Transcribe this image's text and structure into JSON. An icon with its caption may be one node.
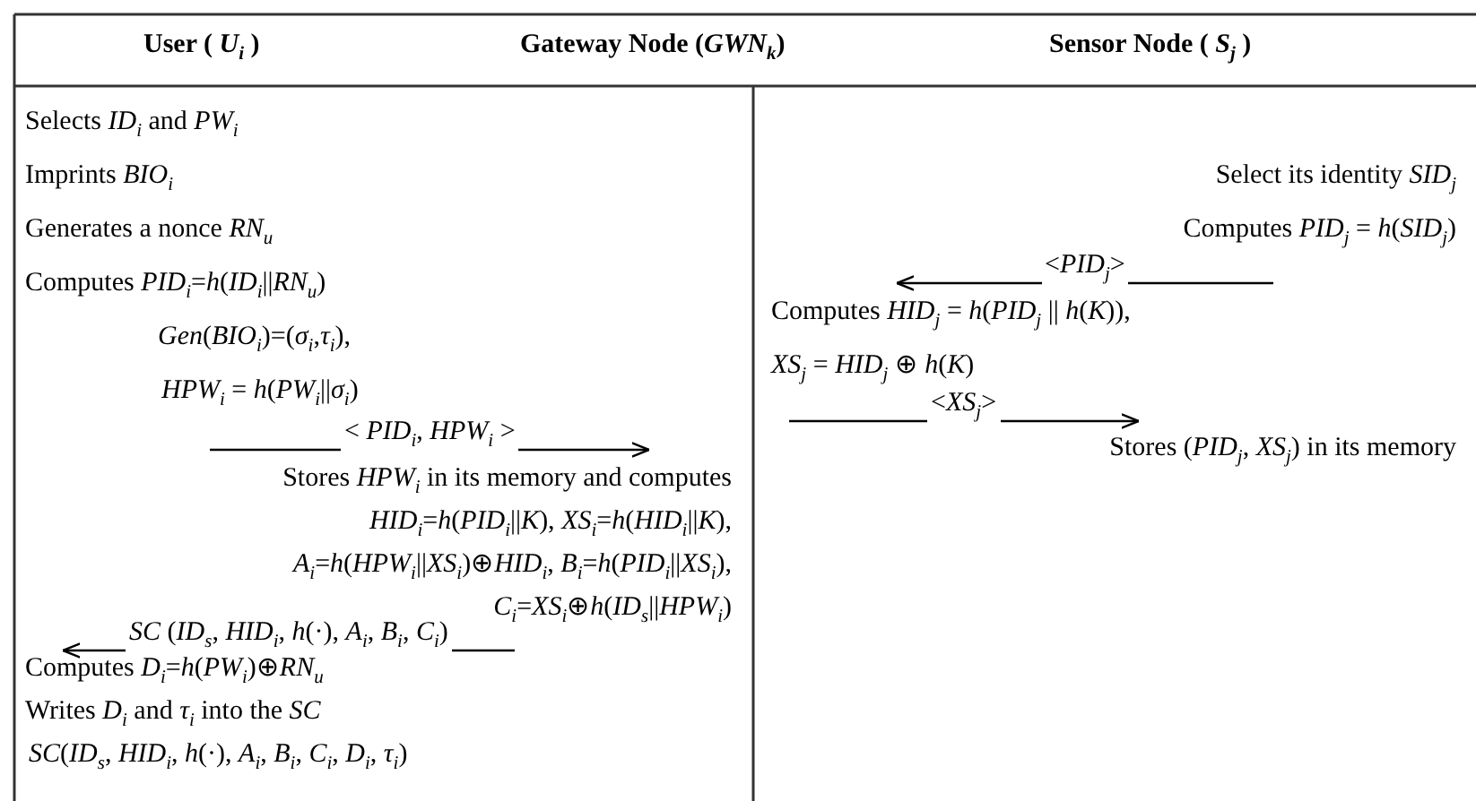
{
  "diagram": {
    "nodes": [
      {
        "text": [
          "Selects *ID*$_{i}$ and *PW*$_{i}$",
          "Imprints *BIO*$_{i}$",
          "Generates a nonce *RN*$_{u}$",
          "Computes *PID*$_{i}$=*h*(*ID*$_{i}$||*RN*$_{u}$)",
          "*Gen*(*BIO*$_{i}$)=(*σ*$_{i}$,*τ*$_{i}$),",
          "*HPW*$_{i}$ = *h*(*PW*$_{i}$||*σ*$_{i}$)"
        ]
      },
      {
        "text": [
          "Stores *HPW*$_{i}$ in its memory and computes",
          "*HID*$_{i}$=*h*(*PID*$_{i}$||*K*), *XS*$_{i}$=*h*(*HID*$_{i}$||*K*),",
          "*A*$_{i}$=*h*(*HPW*$_{i}$||*XS*$_{i}$)⊕*HID*$_{i}$, *B*$_{i}$=*h*(*PID*$_{i}$||*XS*$_{i}$),",
          "*C*$_{i}$=*XS*$_{i}$⊕*h*(*ID*$_{s}$||*HPW*$_{i}$)"
        ]
      },
      {
        "text": [
          "Computes *D*$_{i}$=*h*(*PW*$_{i}$)⊕*RN*$_{u}$",
          "Writes *D*$_{i}$ and *τ*$_{i}$ into the *SC*",
          "*SC*(*ID*$_{s}$, *HID*$_{i}$, *h*(·), *A*$_{i}$, *B*$_{i}$, *C*$_{i}$, *D*$_{i}$, *τ*$_{i}$)"
        ]
      },
      {
        "text": [
          "Select its identity *SID*$_{j}$",
          "Computes *PID*$_{j}$ = *h*(*SID*$_{j}$)"
        ]
      },
      {
        "text": [
          "Computes *HID*$_{j}$ = *h*(*PID*$_{j}$ || *h*(*K*)),",
          "*XS*$_{j}$ = *HID*$_{j}$ ⊕ *h*(*K*)"
        ]
      },
      {
        "text": [
          "Stores (*PID*$_{j}$, *XS*$_{j}$) in its memory"
        ]
      }
    ],
    "edges": [
      {
        "from": 0,
        "to": 1,
        "arrow": "to",
        "label": "< *PID*$_{i}$, *HPW*$_{i}$ >"
      },
      {
        "from": 1,
        "to": 2,
        "arrow": "to",
        "label": "*SC* (*ID*$_{s}$, *HID*$_{i}$, *h*(·), *A*$_{i}$, *B*$_{i}$, *C*$_{i}$)"
      },
      {
        "from": 3,
        "to": 4,
        "arrow": "to",
        "label": "<*PID*$_{j}$>"
      },
      {
        "from": 4,
        "to": 5,
        "arrow": "to",
        "label": "<*XS*$_{j}$>"
      }
    ],
    "labels": [
      "User ( *U*$_{i}$ )",
      "Gateway Node (*GWN*$_{k}$)",
      "Sensor Node ( *S*$_{j}$ )"
    ]
  }
}
